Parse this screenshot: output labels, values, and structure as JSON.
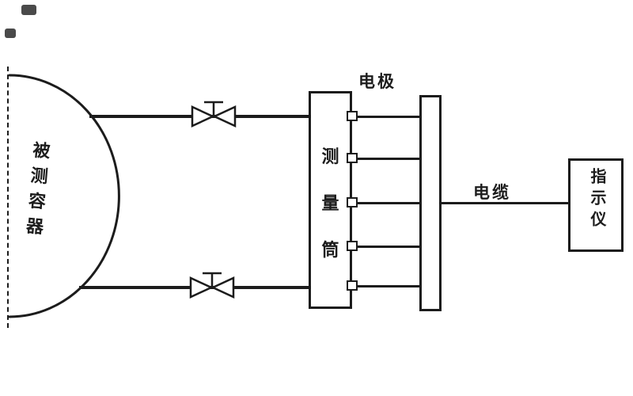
{
  "colors": {
    "ink": "#1c1c1c",
    "paper": "#ffffff"
  },
  "diagram": {
    "vessel_label": "被测容器",
    "electrode_label": "电极",
    "cylinder_label_chars": [
      "测",
      "量",
      "筒"
    ],
    "cable_label": "电缆",
    "indicator_label": "指示仪"
  }
}
